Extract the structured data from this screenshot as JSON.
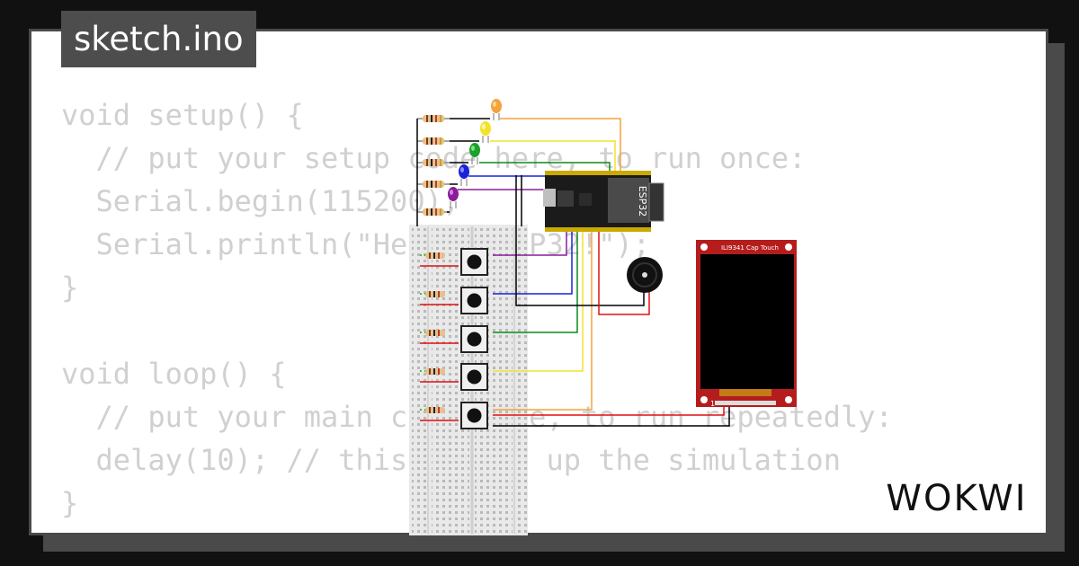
{
  "file_tab": {
    "label": "sketch.ino"
  },
  "code_lines": [
    "void setup() {",
    "  // put your setup code here, to run once:",
    "  Serial.begin(115200);",
    "  Serial.println(\"Hello, ESP32!\");",
    "}",
    "",
    "void loop() {",
    "  // put your main code here, to run repeatedly:",
    "  delay(10); // this speeds up the simulation",
    "}"
  ],
  "board": {
    "label": "ESP32"
  },
  "display": {
    "label": "ILI9341 Cap Touch",
    "pin_marker": "1"
  },
  "brand": {
    "logo_text": "WOKWI"
  },
  "colors": {
    "background": "#111111",
    "panel": "#ffffff",
    "panel_shadow": "#4a4a4a",
    "tab": "#4d4d4d",
    "code_text": "#d0d0d0",
    "display_pcb": "#b51d1d",
    "wire_orange": "#f3a43a",
    "wire_yellow": "#f2e22c",
    "wire_green": "#0b8a1a",
    "wire_blue": "#1a22d8",
    "wire_purple": "#8a1e9a",
    "wire_red": "#e01010",
    "wire_black": "#000000"
  },
  "icons": {
    "leds": [
      "orange-led-icon",
      "yellow-led-icon",
      "green-led-icon",
      "blue-led-icon",
      "purple-led-icon"
    ],
    "buzzer": "buzzer-icon",
    "buttons": "push-button-icon"
  }
}
